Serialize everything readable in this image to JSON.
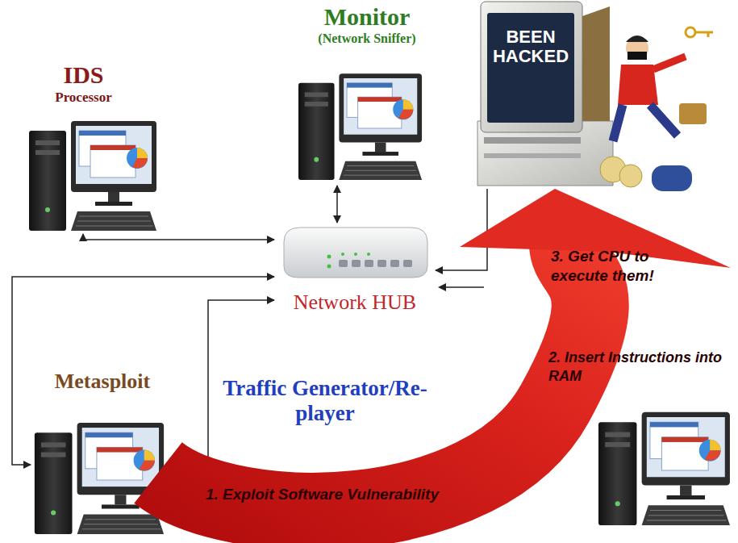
{
  "diagram": {
    "nodes": [
      {
        "text": [
          "IDS",
          "Processor"
        ]
      },
      {
        "text": [
          "Monitor",
          "(Network Sniffer)"
        ]
      },
      {
        "text": [
          "Network HUB"
        ]
      },
      {
        "text": [
          "Metasploit"
        ]
      },
      {
        "text": [
          "Traffic Generator/Re-player"
        ]
      },
      {
        "text": [
          "BEEN HACKED"
        ]
      }
    ],
    "edges": [
      {
        "from": 0,
        "to": 2,
        "arrow": "both"
      },
      {
        "from": 1,
        "to": 2,
        "arrow": "both"
      },
      {
        "from": 3,
        "to": 2,
        "arrow": "both"
      },
      {
        "from": 4,
        "to": 2,
        "arrow": "to"
      },
      {
        "from": 5,
        "to": 2,
        "arrow": "to"
      },
      {
        "from": 3,
        "to": 5,
        "arrow": "to"
      }
    ],
    "labels": [
      "3. Get CPU to execute them!",
      "2. Insert Instructions into RAM",
      "1. Exploit Software Vulnerability"
    ]
  }
}
